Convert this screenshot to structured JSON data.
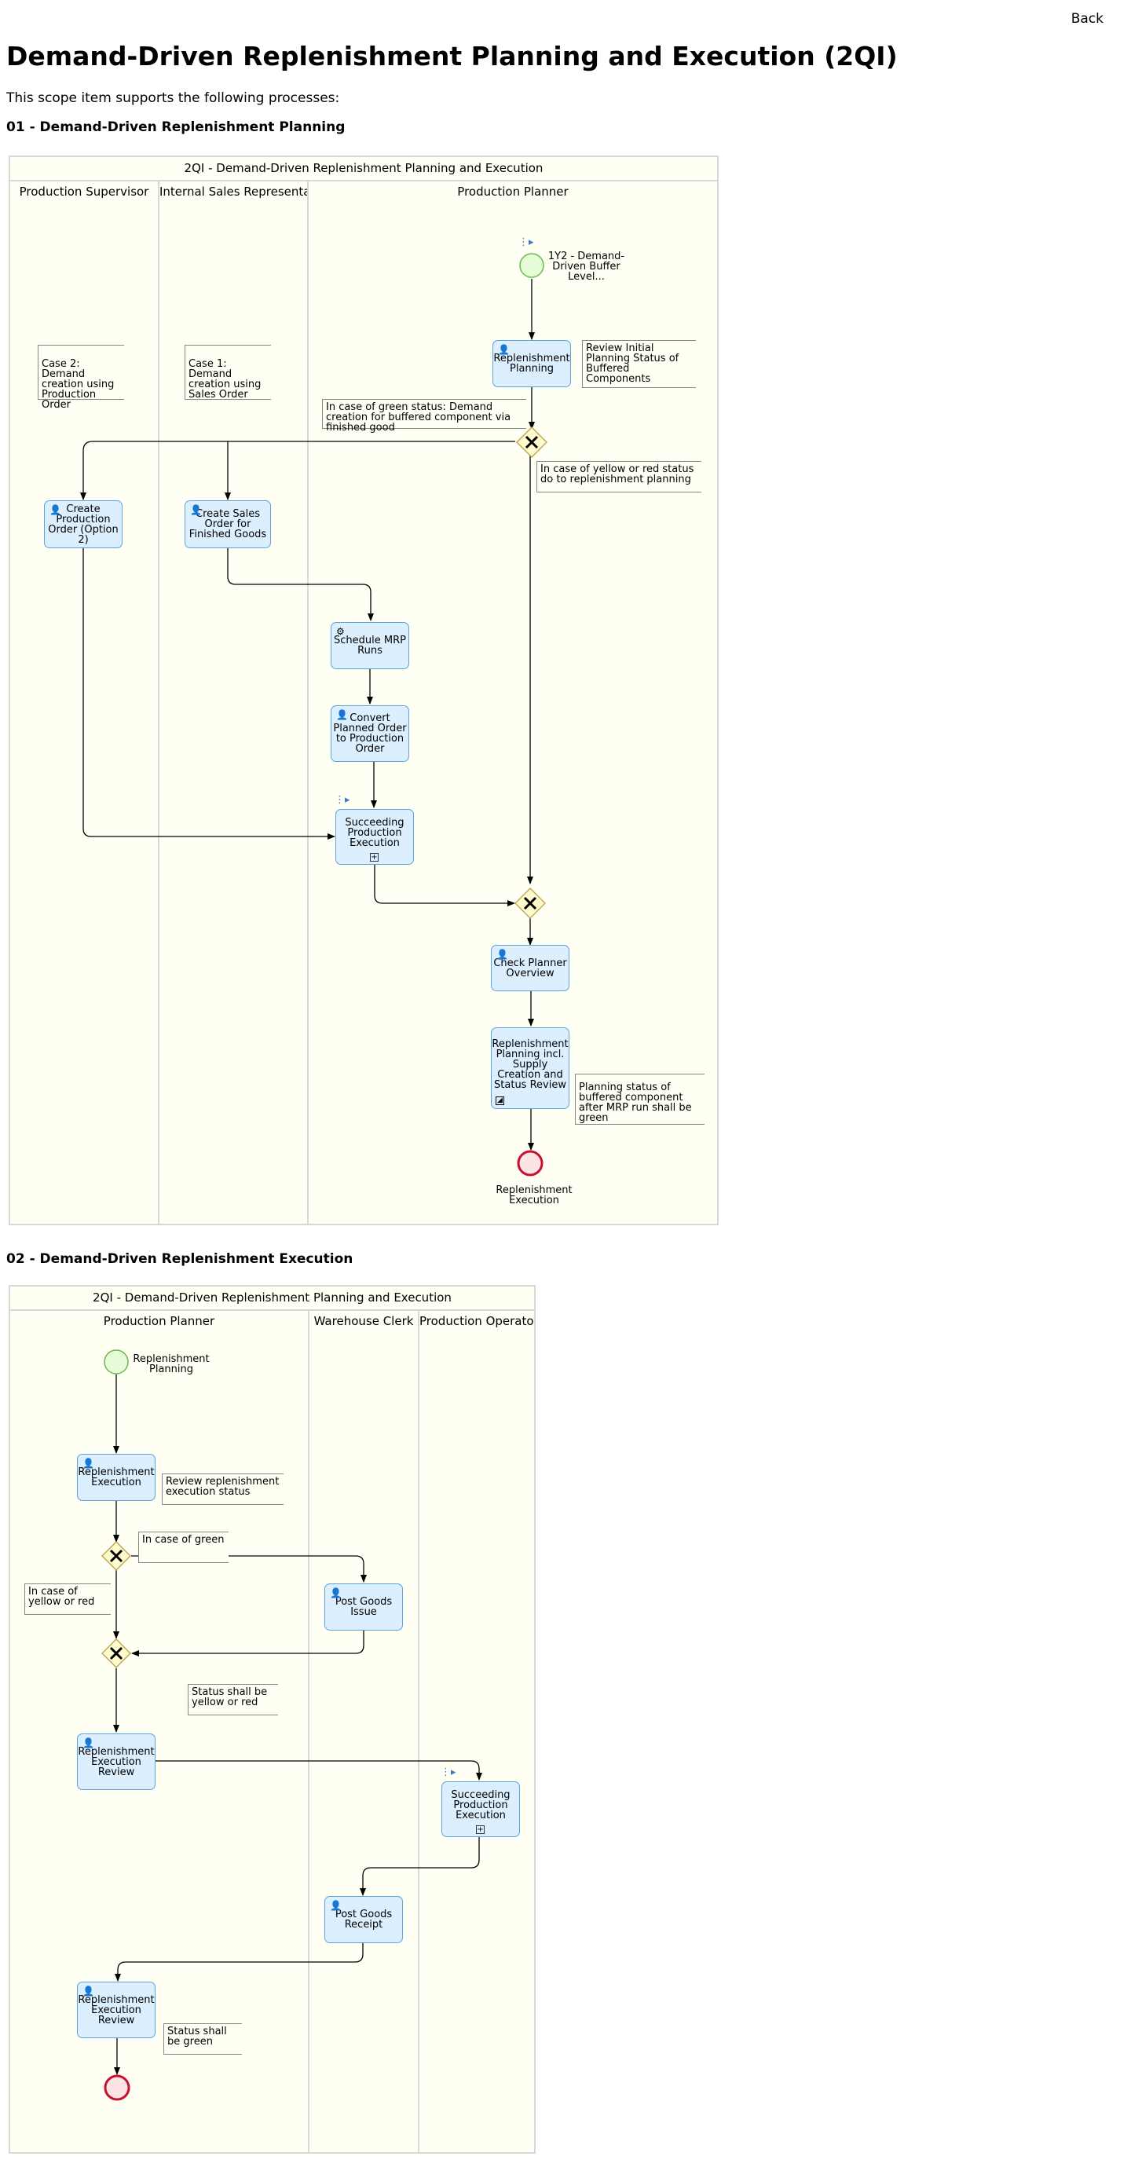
{
  "nav": {
    "back_label": "Back"
  },
  "page": {
    "title": "Demand-Driven Replenishment Planning and Execution (2QI)",
    "intro": "This scope item supports the following processes:"
  },
  "process1": {
    "heading": "01 - Demand-Driven Replenishment Planning",
    "pool_title": "2QI - Demand-Driven Replenishment Planning and Execution",
    "lanes": [
      "Production Supervisor",
      "Internal Sales Representat",
      "Production Planner"
    ],
    "start_event_label": "1Y2 - Demand-Driven Buffer Level...",
    "end_event_label": "Replenishment Execution",
    "tasks": {
      "replenishment_planning": "Replenishment Planning",
      "create_production_order": "Create Production Order (Option 2)",
      "create_sales_order": "Create Sales Order for Finished Goods",
      "schedule_mrp": "Schedule MRP Runs",
      "convert_planned_order": "Convert Planned Order to Production Order",
      "succeeding_production": "Succeeding Production Execution",
      "check_planner": "Check Planner Overview",
      "replenishment_review": "Replenishment Planning incl. Supply Creation and Status Review"
    },
    "notes": {
      "review_initial": "Review Initial Planning Status of Buffered Components",
      "green_status": "In case of green status: Demand creation for buffered component via finished good",
      "yellow_red": "In case of yellow or red status do to replenishment planning",
      "case2": "Case 2: Demand creation using Production Order",
      "case1": "Case 1: Demand creation using Sales Order",
      "planning_status": "Planning status of buffered component after MRP run shall be green"
    }
  },
  "process2": {
    "heading": "02 - Demand-Driven Replenishment Execution",
    "pool_title": "2QI - Demand-Driven Replenishment Planning and Execution",
    "lanes": [
      "Production Planner",
      "Warehouse Clerk",
      "Production Operator"
    ],
    "start_event_label": "Replenishment Planning",
    "tasks": {
      "replenishment_execution": "Replenishment Execution",
      "post_goods_issue": "Post Goods Issue",
      "execution_review_1": "Replenishment Execution Review",
      "succeeding_production": "Succeeding Production Execution",
      "post_goods_receipt": "Post Goods Receipt",
      "execution_review_2": "Replenishment Execution Review"
    },
    "notes": {
      "review_execution": "Review replenishment execution status",
      "in_case_green": "In case of green",
      "in_case_yellow_red": "In case of yellow or red",
      "status_yellow_red": "Status shall be yellow or red",
      "status_green": "Status shall be green"
    }
  },
  "colors": {
    "pool_fill": "#fffff4",
    "task_fill": "#dbefff",
    "task_border": "#5aa3db",
    "start_event": "#e8fbd8",
    "end_event_border": "#c8102e",
    "gateway_fill": "#fffacd"
  },
  "icons": [
    "user-icon",
    "gear-icon",
    "call-activity-icon",
    "subprocess-marker-icon",
    "exclusive-gateway-icon",
    "manual-marker-icon"
  ]
}
